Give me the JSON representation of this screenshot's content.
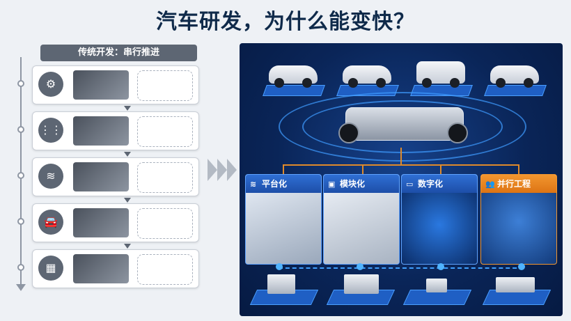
{
  "title": "汽车研发，为什么能变快？",
  "left_panel": {
    "header": "传统开发：串行推进",
    "stages": [
      {
        "icon": "piston-icon",
        "glyph": "⚙"
      },
      {
        "icon": "gearshift-icon",
        "glyph": "⋮⋮"
      },
      {
        "icon": "suspension-spring-icon",
        "glyph": "≋"
      },
      {
        "icon": "car-body-icon",
        "glyph": "🚘"
      },
      {
        "icon": "chip-icon",
        "glyph": "▦"
      }
    ]
  },
  "right_panel": {
    "cards": [
      {
        "label": "平台化",
        "icon": "layers-icon",
        "glyph": "≋"
      },
      {
        "label": "模块化",
        "icon": "cube-icon",
        "glyph": "▣"
      },
      {
        "label": "数字化",
        "icon": "monitor-chart-icon",
        "glyph": "▭"
      },
      {
        "label": "并行工程",
        "icon": "team-icon",
        "glyph": "👥"
      }
    ]
  },
  "colors": {
    "title": "#0f2a4a",
    "panel_blue": "#0a2558",
    "accent_orange": "#e08a2a",
    "card_blue": "#1d4ea8"
  }
}
